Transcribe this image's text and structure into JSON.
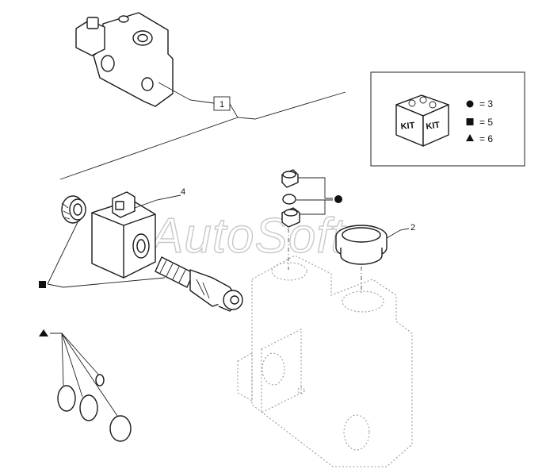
{
  "watermark": "AutoSoft",
  "callouts": {
    "c1": "1",
    "c2": "2",
    "c4": "4"
  },
  "kit": {
    "word": "KIT",
    "items": [
      {
        "symbol": "circle",
        "label": "= 3"
      },
      {
        "symbol": "square",
        "label": "= 5"
      },
      {
        "symbol": "triangle",
        "label": "= 6"
      }
    ]
  }
}
